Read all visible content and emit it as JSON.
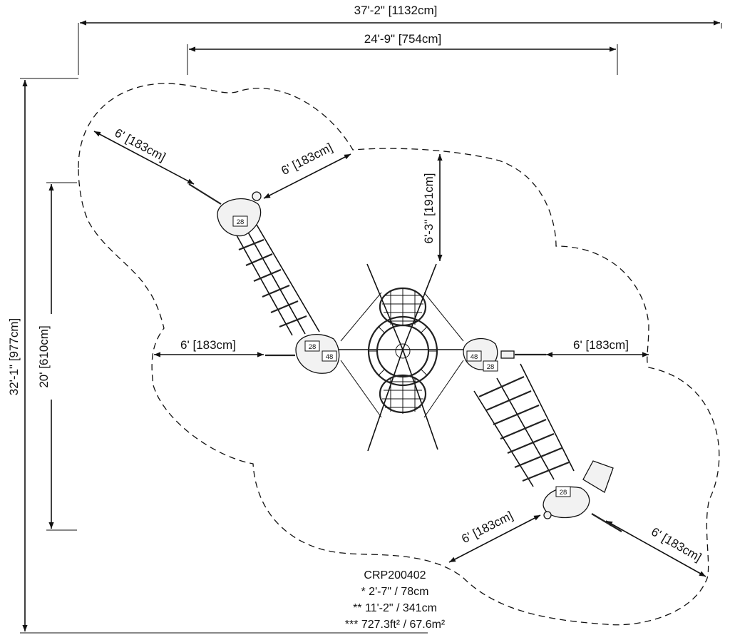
{
  "dimensions": {
    "overall_width": "37'-2\" [1132cm]",
    "equipment_width": "24'-9\" [754cm]",
    "overall_depth": "32'-1\" [977cm]",
    "equipment_depth": "20' [610cm]",
    "upper_left_arm": "6' [183cm]",
    "upper_right_arm": "6' [183cm]",
    "top_clearance": "6'-3\" [191cm]",
    "left_side": "6' [183cm]",
    "right_side": "6' [183cm]",
    "lower_left_arm": "6' [183cm]",
    "lower_right_arm": "6' [183cm]"
  },
  "part_tags": [
    "28",
    "28",
    "48",
    "48",
    "28",
    "28"
  ],
  "notes": {
    "model": "CRP200402",
    "line1": "* 2'-7\" / 78cm",
    "line2": "** 11'-2\" / 341cm",
    "line3": "*** 727.3ft² / 67.6m²"
  }
}
